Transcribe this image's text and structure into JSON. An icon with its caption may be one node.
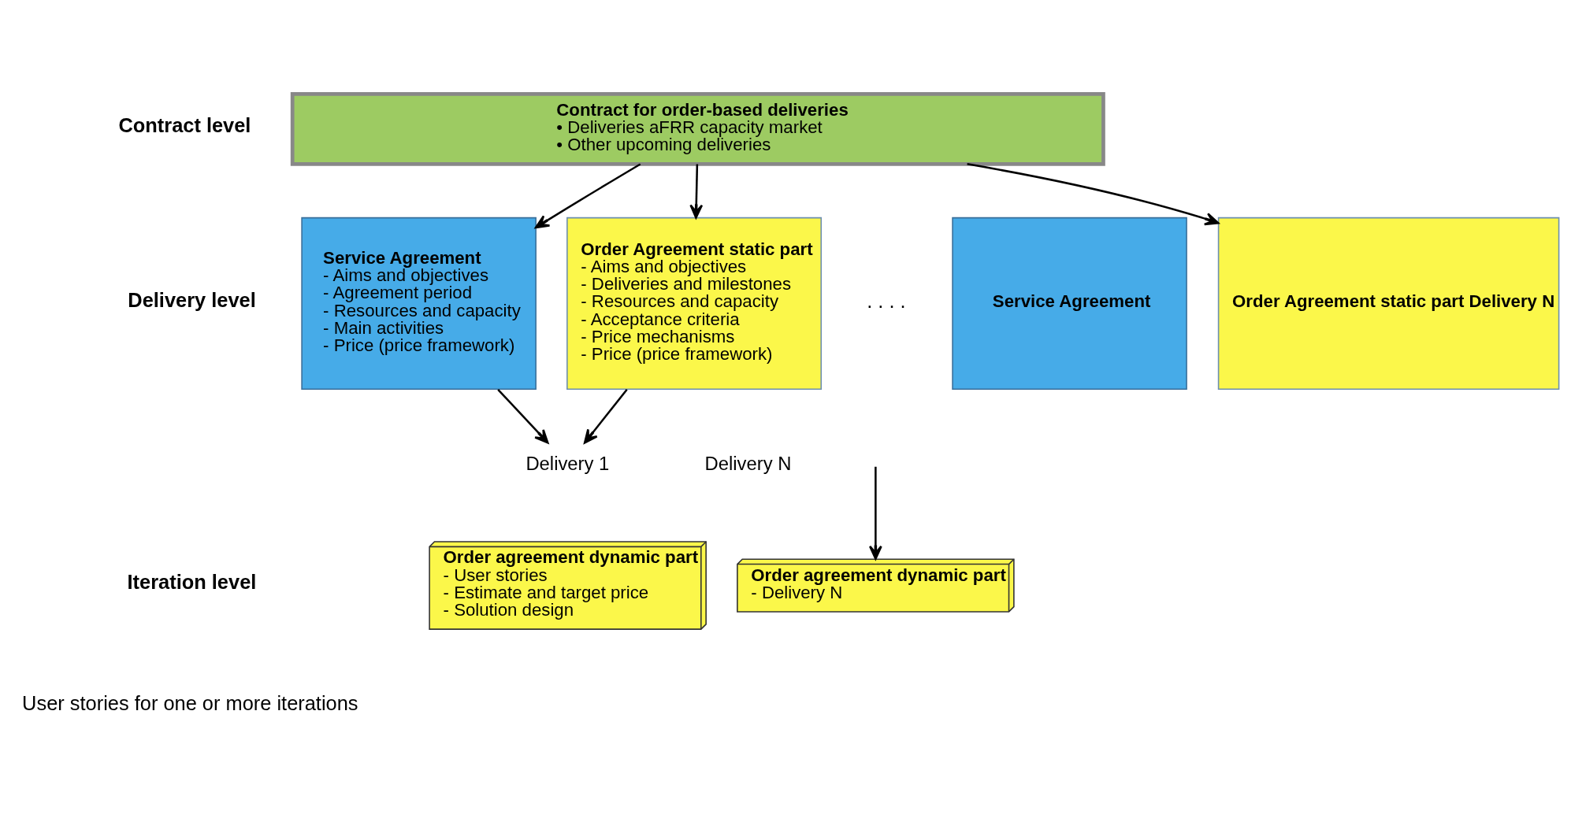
{
  "diagram": {
    "nodes": [
      {
        "text": [
          "Contract for order-based deliveries",
          "• Deliveries aFRR capacity market",
          "• Other upcoming deliveries"
        ]
      },
      {
        "text": [
          "Service Agreement",
          "- Aims and objectives",
          "- Agreement period",
          "- Resources and capacity",
          "- Main activities",
          "- Price (price framework)"
        ]
      },
      {
        "text": [
          "Order Agreement static part",
          "- Aims and objectives",
          "- Deliveries and milestones",
          "- Resources and capacity",
          "- Acceptance criteria",
          "- Price mechanisms",
          "- Price (price framework)"
        ]
      },
      {
        "text": [
          "Service Agreement"
        ]
      },
      {
        "text": [
          "Order Agreement static part Delivery N"
        ]
      },
      {
        "text": [
          "Delivery 1"
        ]
      },
      {
        "text": [
          "Order agreement dynamic part",
          "- User stories",
          "- Estimate and target price",
          "- Solution design"
        ]
      },
      {
        "text": [
          "Delivery N"
        ]
      },
      {
        "text": [
          "Order agreement dynamic part",
          "- Delivery N"
        ]
      }
    ],
    "edges": [
      {
        "from": 0,
        "to": 1,
        "arrow": "to"
      },
      {
        "from": 0,
        "to": 2,
        "arrow": "to"
      },
      {
        "from": 0,
        "to": 4,
        "arrow": "to"
      },
      {
        "from": 1,
        "to": 5,
        "arrow": "to"
      },
      {
        "from": 2,
        "to": 5,
        "arrow": "to"
      },
      {
        "from": null,
        "to": 8,
        "arrow": "to"
      }
    ],
    "labels": [
      "Contract level",
      "Delivery level",
      ". . . .",
      "Iteration level",
      "User stories for one or more iterations"
    ]
  }
}
